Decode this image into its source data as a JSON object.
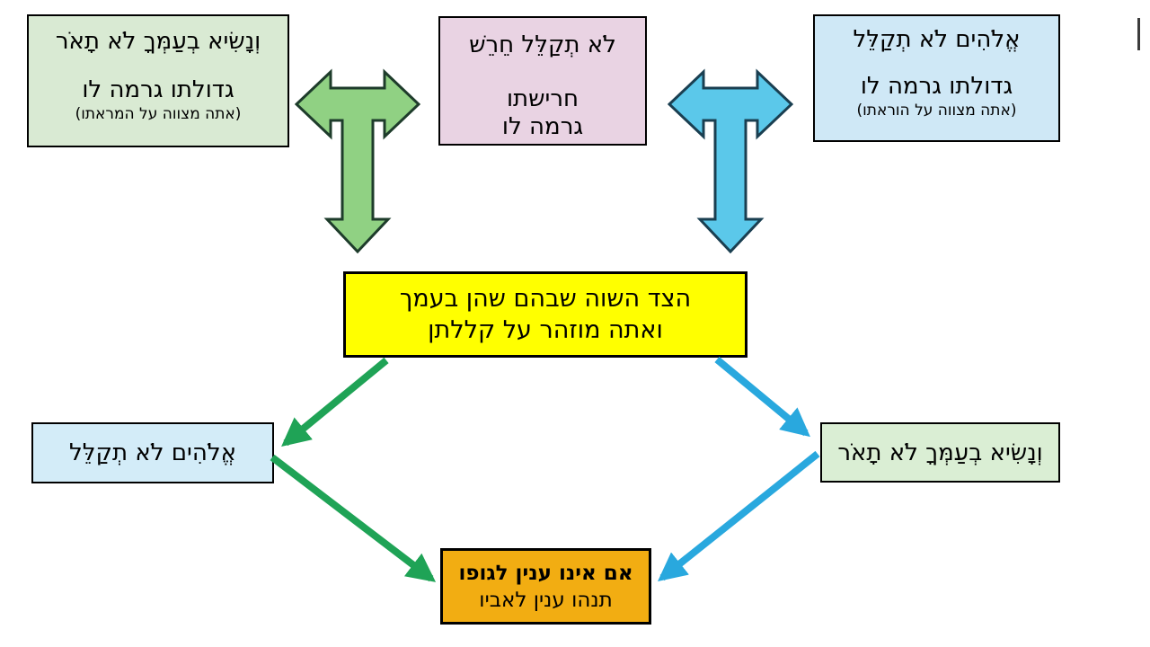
{
  "slide": {
    "background": "#ffffff",
    "boxes": {
      "top_left": {
        "line1": "וְנָשִׂיא בְעַמְּךָ לֹא תָאֹר",
        "line2": "גדולתו גרמה לו",
        "line3": "(אתה מצווה על המראתו)",
        "bg": "#d9ead3"
      },
      "top_center": {
        "line1": "לֹא תְקַלֵּל חֵרֵשׁ",
        "line2": "חרישתו",
        "line3": "גרמה לו",
        "bg": "#e9d3e3"
      },
      "top_right": {
        "line1": "אֱלֹהִים לֹא תְקַלֵּל",
        "line2": "גדולתו גרמה לו",
        "line3": "(אתה מצווה על הוראתו)",
        "bg": "#cfe8f6"
      },
      "common_side": {
        "line1": "הצד השוה שבהם שהן בעמך",
        "line2": "ואתה מוזהר על קללתן",
        "bg": "#ffff00"
      },
      "lower_left": {
        "line1": "אֱלֹהִים לֹא תְקַלֵּל",
        "bg": "#d3ecf8"
      },
      "lower_right": {
        "line1": "וְנָשִׂיא בְעַמְּךָ לֹא תָאֹר",
        "bg": "#daeed4"
      },
      "conclusion": {
        "line1": "אם אינו ענין לגופו",
        "line2": "תנהו ענין לאביו",
        "bg": "#f2ad12"
      }
    },
    "arrows": {
      "left_branch": {
        "shape": "three-way-block-arrow",
        "fill": "#90d183",
        "stroke": "#1e3c2b"
      },
      "right_branch": {
        "shape": "three-way-block-arrow",
        "fill": "#5bc8ea",
        "stroke": "#1a3f51"
      },
      "green_connector": "#1fa356",
      "blue_connector": "#29a8de"
    }
  }
}
